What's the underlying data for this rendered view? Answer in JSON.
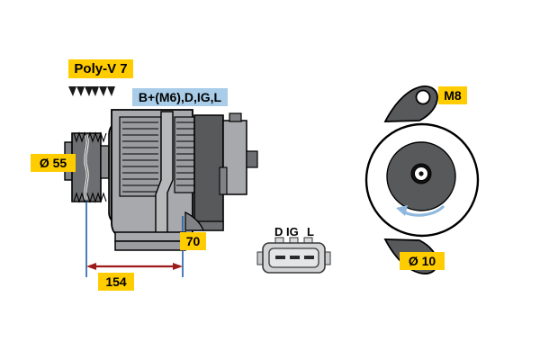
{
  "diagram": {
    "title": "Alternator technical drawing",
    "background": "#FFFFFF",
    "colors": {
      "label_yellow": "#FFCC00",
      "label_blue": "#A9CDE8",
      "dimension_red": "#9E1B1B",
      "extension_blue": "#1F5FA9",
      "rotation_arrow_blue": "#8FB8DE",
      "body_light_grey": "#A7A9AC",
      "body_mid_grey": "#808285",
      "body_dark_grey": "#58595B",
      "outline_black": "#000000"
    }
  },
  "labels": {
    "poly_v": "Poly-V 7",
    "terminals": "B+(M6),D,IG,L",
    "pulley_diameter": "Ø 55",
    "foot_width": "70",
    "overall_length": "154",
    "top_mount_thread": "M8",
    "bottom_mount_hole": "Ø 10"
  },
  "connector": {
    "pin_labels": [
      "D",
      "IG",
      "L"
    ],
    "pin_count": 3,
    "name": "regulator-connector"
  },
  "icons": {
    "poly_v_belt": "poly-v-belt-profile-icon",
    "rotation": "rotation-direction-arrow-icon"
  },
  "views": {
    "side_view": "alternator-side-view",
    "end_view": "alternator-end-view"
  }
}
